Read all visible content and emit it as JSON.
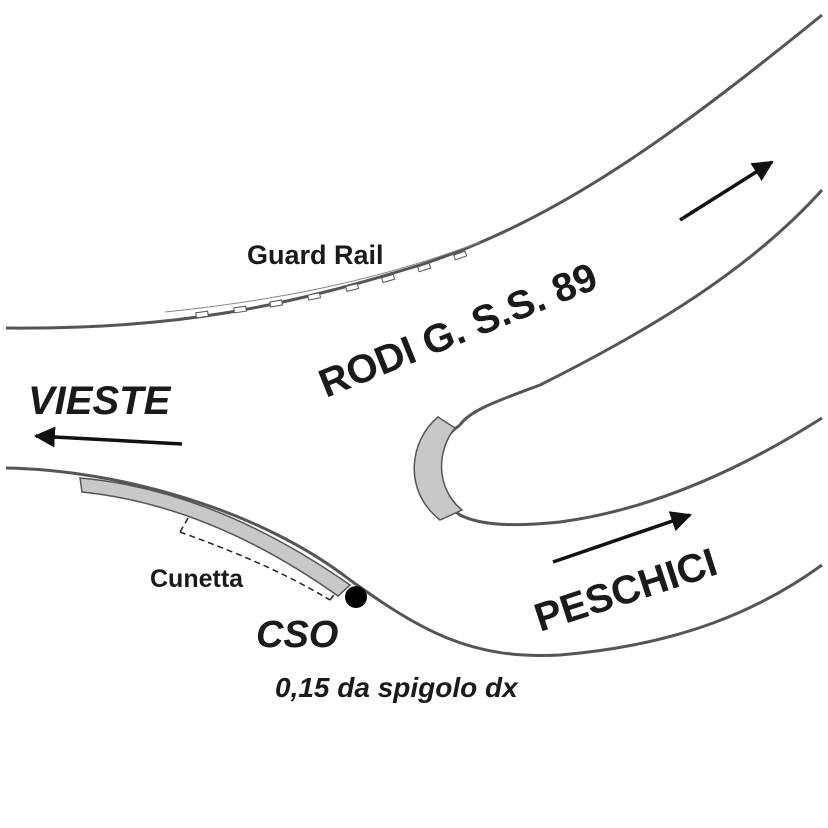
{
  "labels": {
    "guard_rail": "Guard Rail",
    "road_name": "RODI G. S.S. 89",
    "vieste": "VIESTE",
    "peschici": "PESCHICI",
    "cunetta": "Cunetta",
    "cso": "CSO",
    "position_note": "0,15 da spigolo dx"
  },
  "colors": {
    "road_edge": "#555555",
    "curb_fill": "#c8c8c8",
    "arrow": "#111111",
    "marker": "#000000"
  }
}
